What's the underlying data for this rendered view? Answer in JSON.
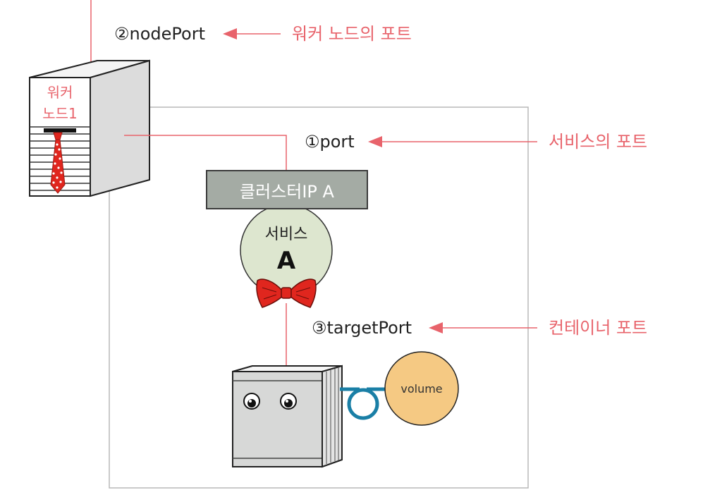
{
  "node_port_label": "②nodePort",
  "node_port_desc": "워커 노드의 포트",
  "port_label": "①port",
  "port_desc": "서비스의 포트",
  "target_port_label": "③targetPort",
  "target_port_desc": "컨테이너 포트",
  "worker_node": {
    "line1": "워커",
    "line2": "노드1"
  },
  "cluster_ip": "클러스터IP A",
  "service": {
    "line1": "서비스",
    "line2": "A"
  },
  "volume": "volume",
  "colors": {
    "annotation": "#e8636b",
    "cluster_ip_bg": "#a4aba4",
    "service_circle": "#dde6cf",
    "volume_circle": "#f5c983",
    "bow_tie": "#e0261e",
    "pipe": "#1a7fa6",
    "container_body": "#d7d8d7"
  }
}
